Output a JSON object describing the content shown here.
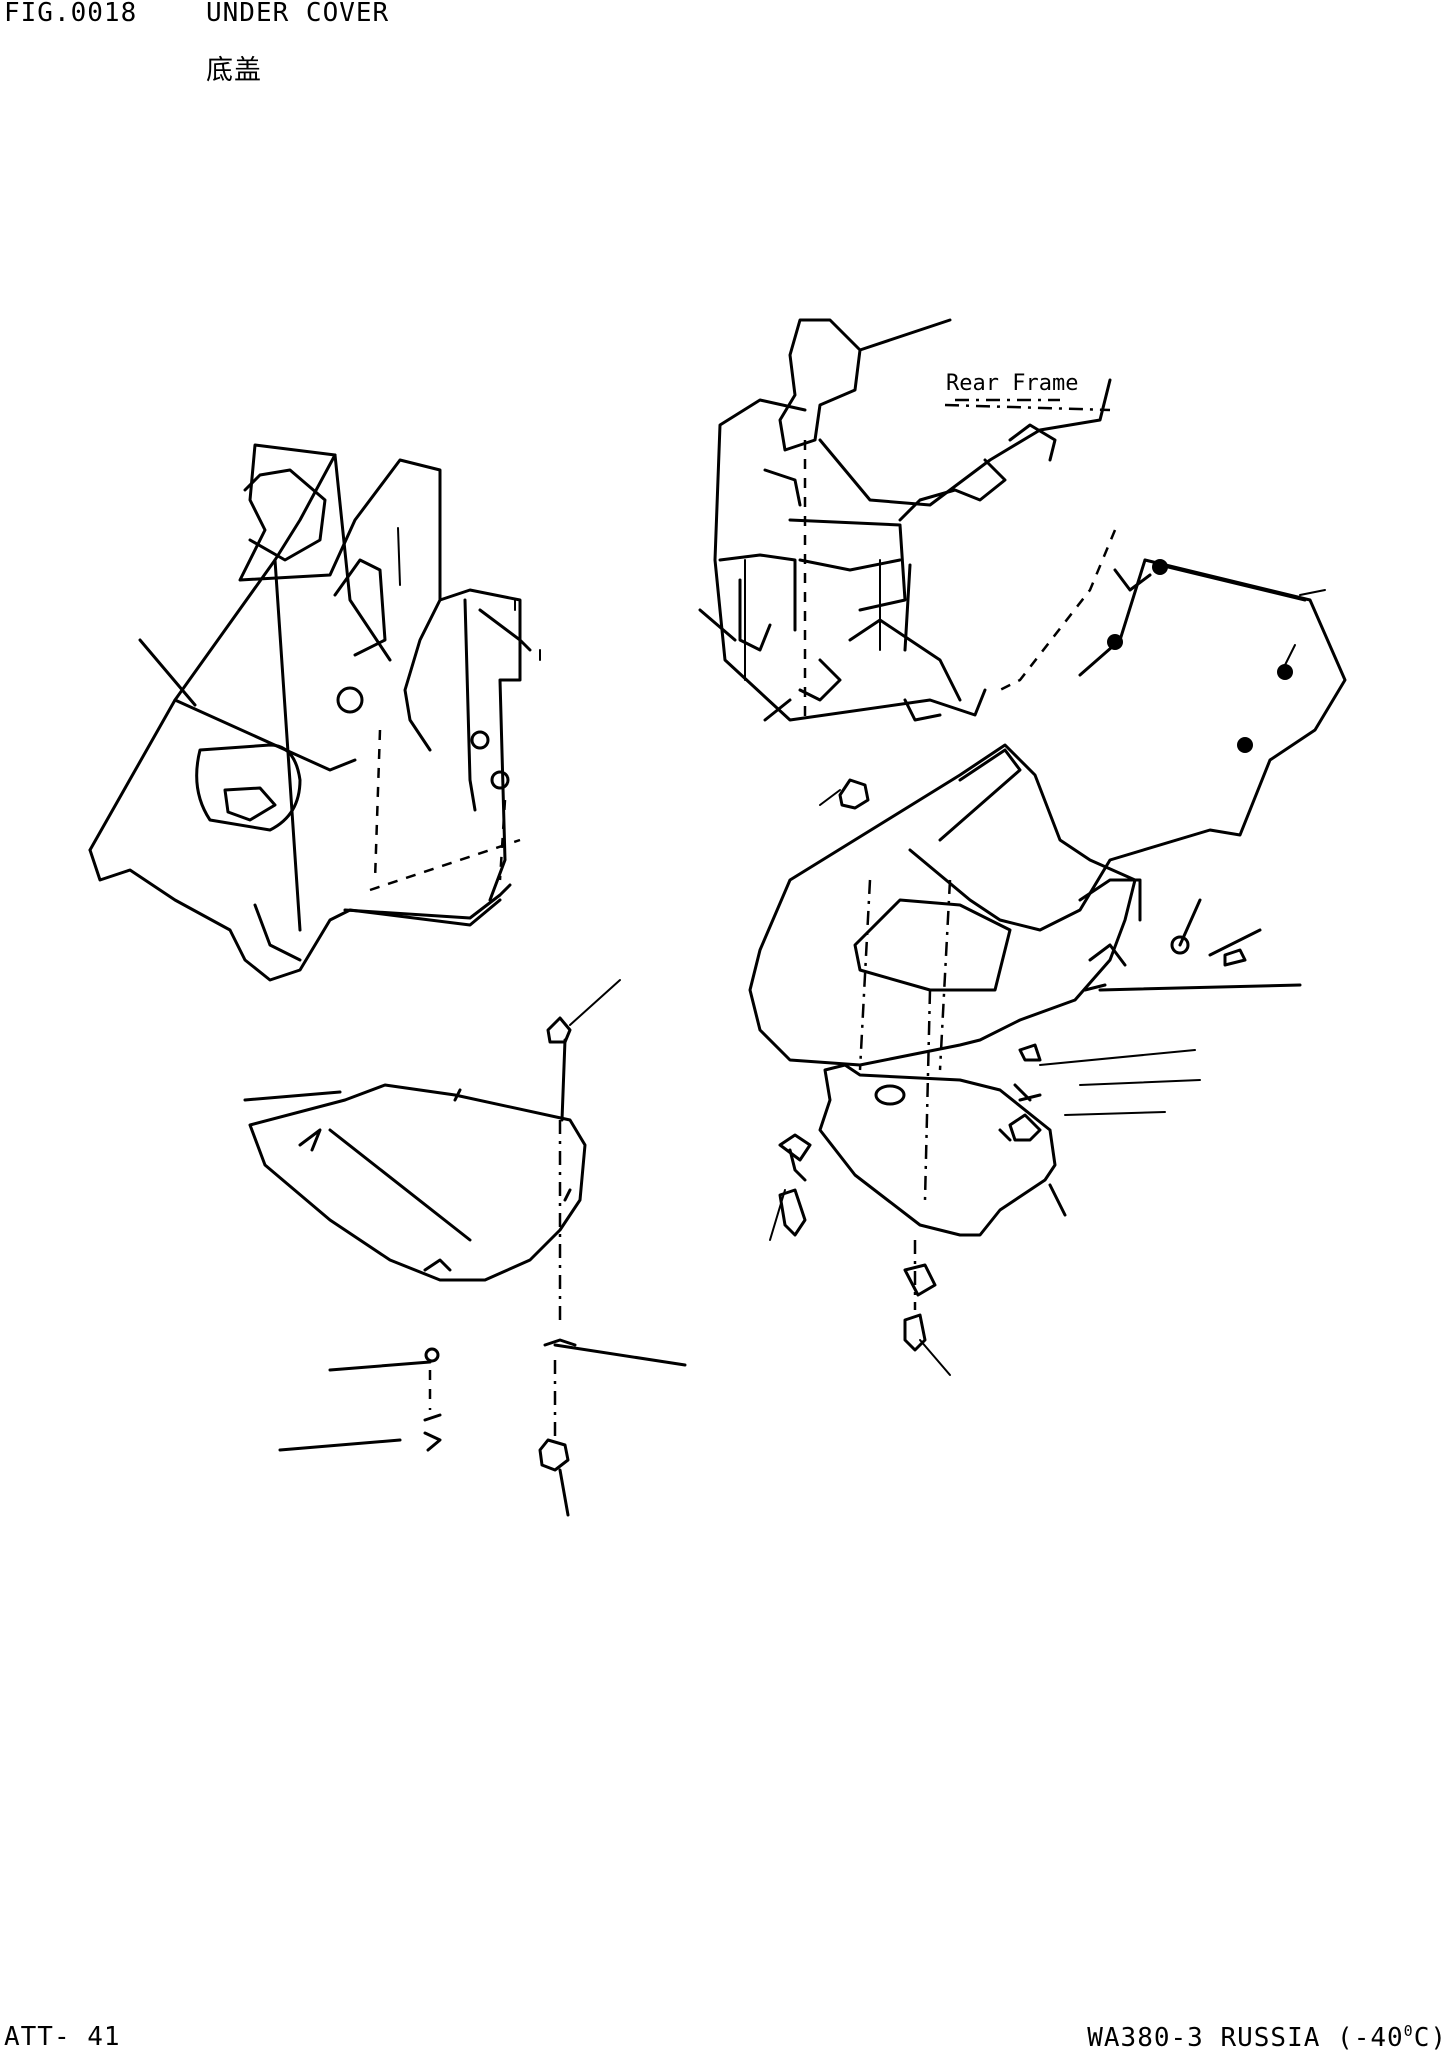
{
  "header": {
    "fig_no": "FIG.0018",
    "title_en": "UNDER COVER",
    "title_zh": "底盖"
  },
  "diagram": {
    "label_rear_frame": "Rear Frame"
  },
  "footer": {
    "page": "ATT- 41",
    "model_prefix": "WA380-3 RUSSIA (-40",
    "model_sup": "0",
    "model_suffix": "C)"
  }
}
